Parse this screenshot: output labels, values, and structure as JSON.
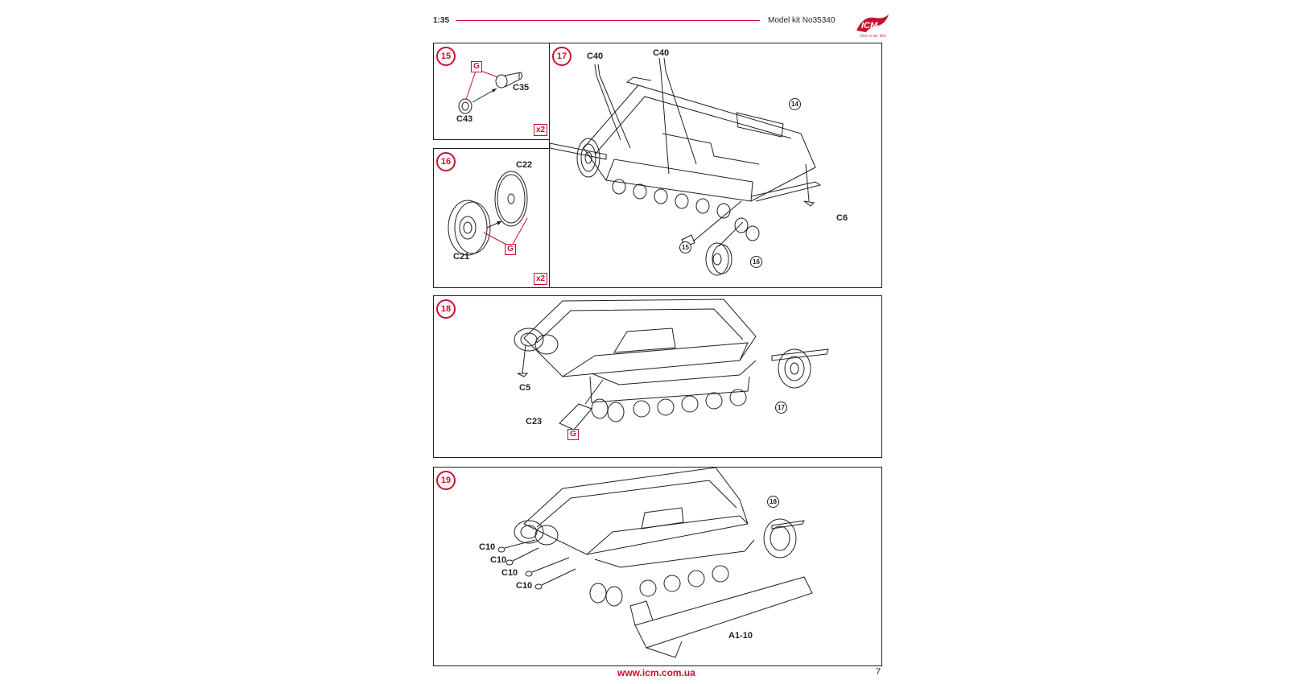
{
  "header": {
    "scale": "1:35",
    "kit": "Model kit No35340",
    "logo_text": "ICM",
    "logo_tagline": "Viele in der Welt"
  },
  "colors": {
    "accent": "#c8102e",
    "ink": "#231f20"
  },
  "steps": {
    "s15": {
      "num": "15",
      "labels": {
        "c35": "C35",
        "c43": "C43"
      },
      "g": "G",
      "mult": "x2"
    },
    "s16": {
      "num": "16",
      "labels": {
        "c22": "C22",
        "c21": "C21"
      },
      "g": "G",
      "mult": "x2"
    },
    "s17": {
      "num": "17",
      "labels": {
        "c40a": "C40",
        "c40b": "C40",
        "c6": "C6"
      },
      "refs": {
        "r14": "14",
        "r15": "15",
        "r16": "16"
      }
    },
    "s18": {
      "num": "18",
      "labels": {
        "c5": "C5",
        "c23": "C23"
      },
      "g": "G",
      "refs": {
        "r17": "17"
      }
    },
    "s19": {
      "num": "19",
      "labels": {
        "c10a": "C10",
        "c10b": "C10",
        "c10c": "C10",
        "c10d": "C10",
        "a1": "A1-10"
      },
      "refs": {
        "r18": "18"
      }
    }
  },
  "footer": {
    "url": "www.icm.com.ua",
    "page": "7"
  }
}
